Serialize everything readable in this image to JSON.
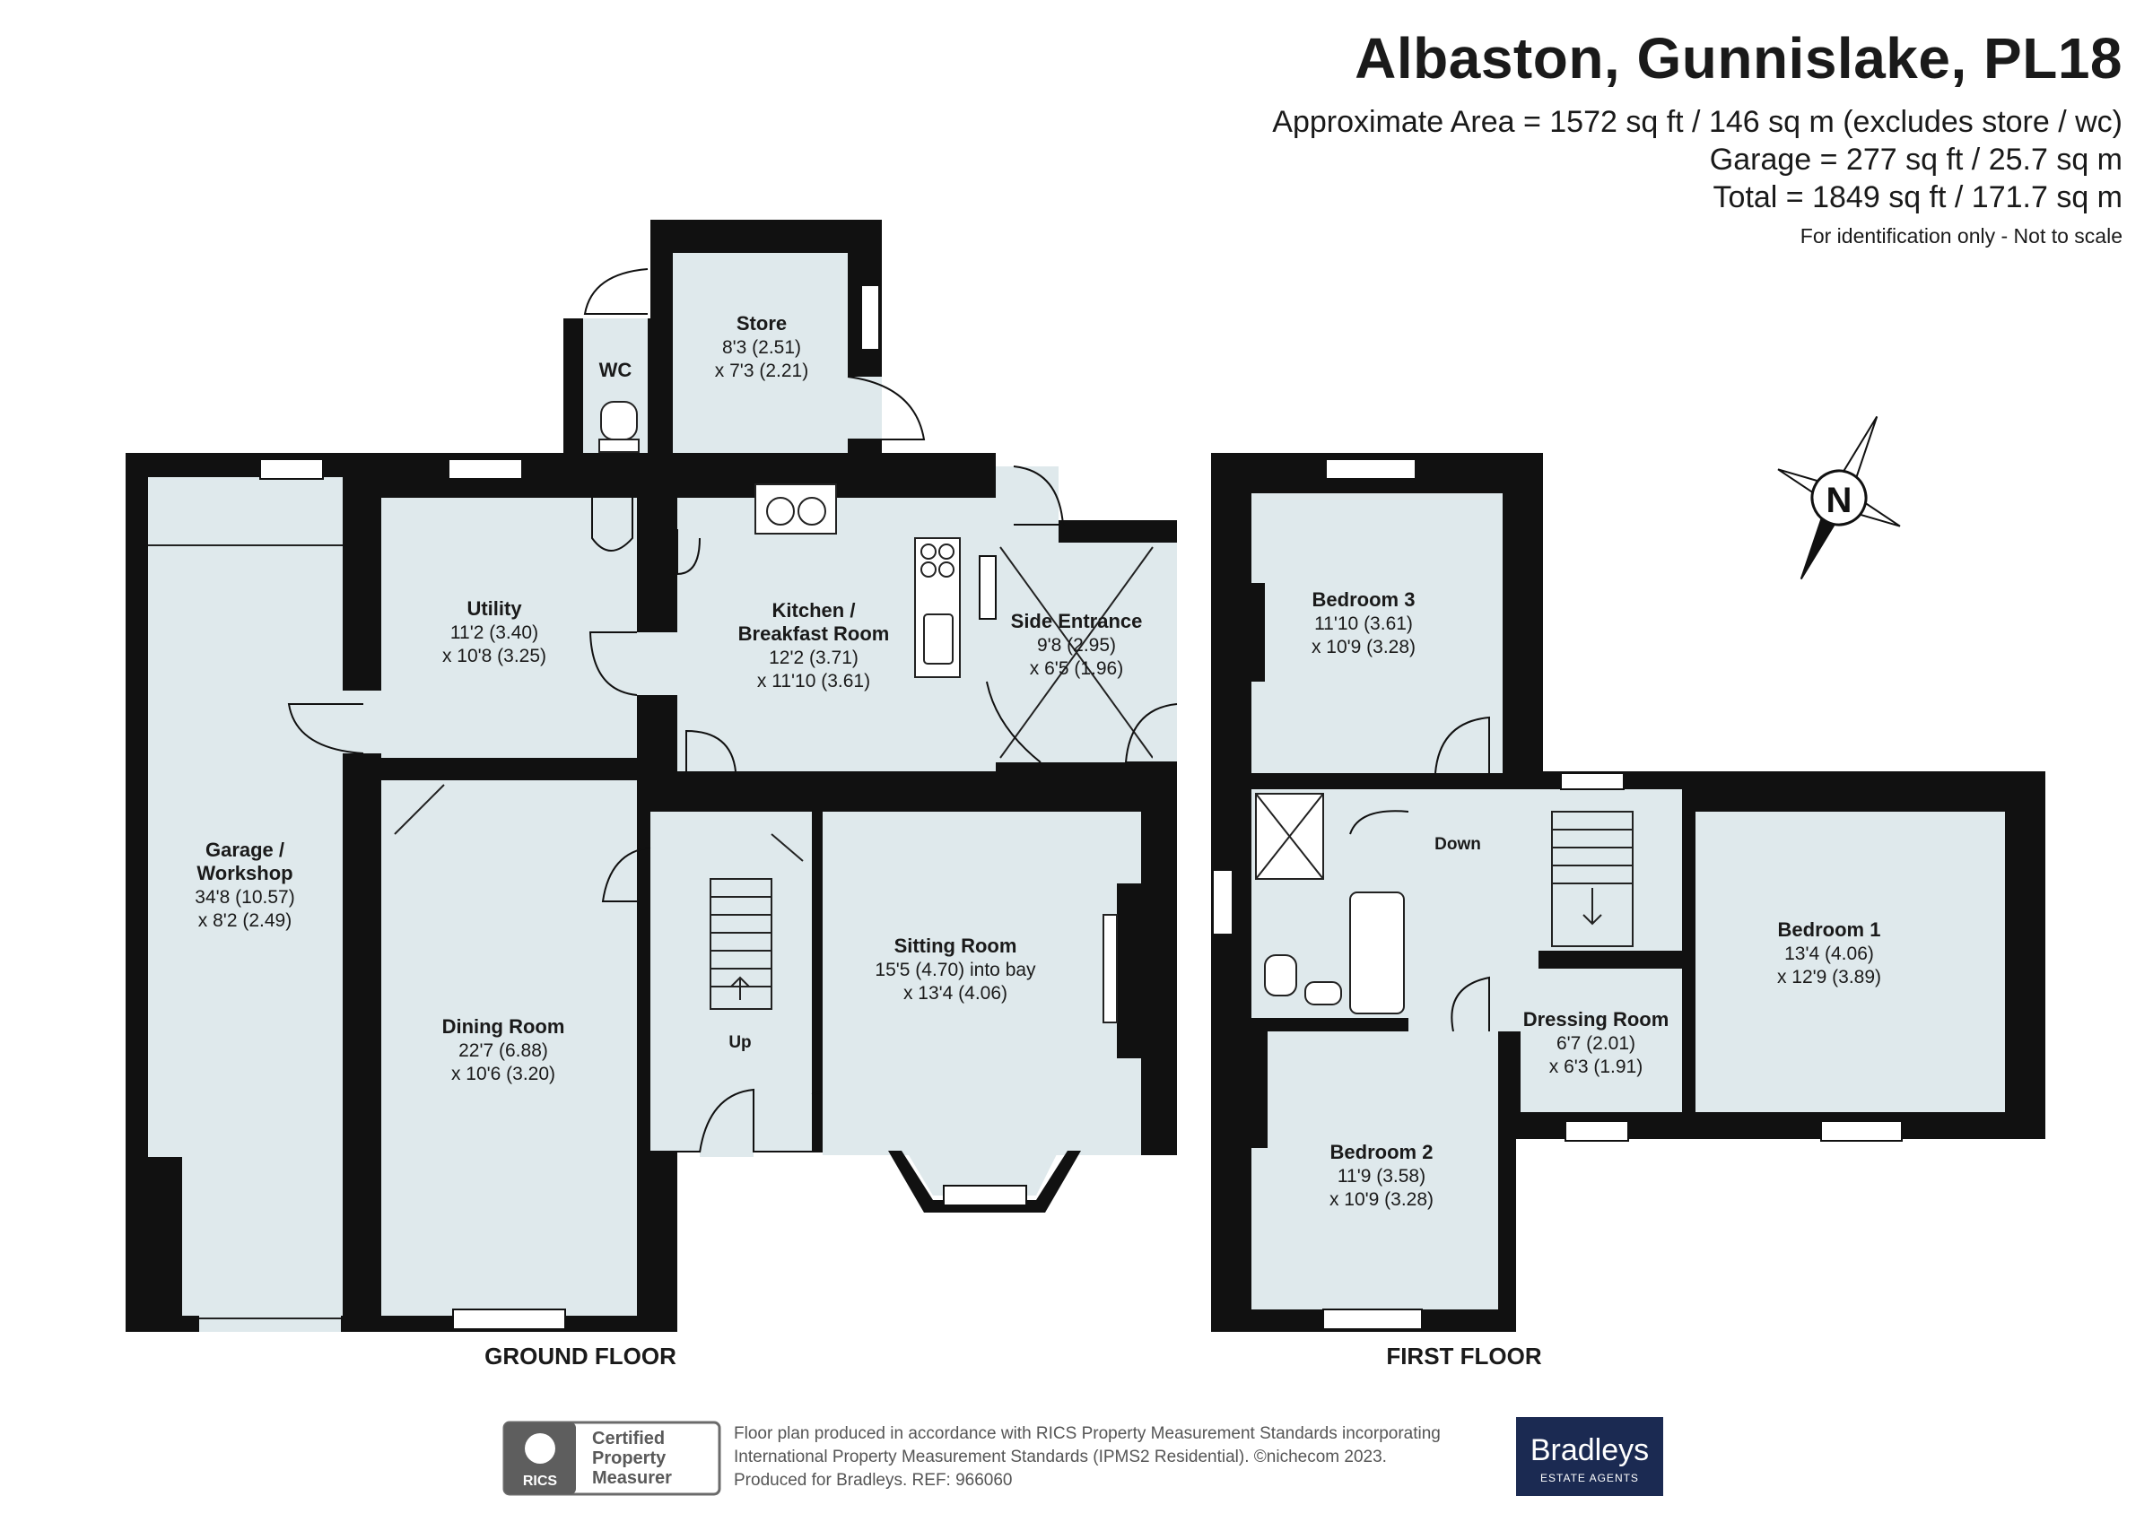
{
  "header": {
    "title": "Albaston, Gunnislake, PL18",
    "area_lines": [
      "Approximate Area = 1572 sq ft / 146 sq m (excludes store / wc)",
      "Garage = 277 sq ft / 25.7 sq m",
      "Total = 1849 sq ft / 171.7 sq m"
    ],
    "note": "For identification only - Not to scale"
  },
  "compass": {
    "label": "N"
  },
  "ground_floor": {
    "label": "GROUND FLOOR",
    "rooms": {
      "wc": {
        "name": "WC"
      },
      "store": {
        "name": "Store",
        "dim1": "8'3 (2.51)",
        "dim2": "x 7'3 (2.21)"
      },
      "utility": {
        "name": "Utility",
        "dim1": "11'2 (3.40)",
        "dim2": "x 10'8 (3.25)"
      },
      "kitchen": {
        "name1": "Kitchen /",
        "name2": "Breakfast Room",
        "dim1": "12'2 (3.71)",
        "dim2": "x 11'10 (3.61)"
      },
      "side_entrance": {
        "name": "Side Entrance",
        "dim1": "9'8 (2.95)",
        "dim2": "x 6'5 (1.96)"
      },
      "garage": {
        "name1": "Garage /",
        "name2": "Workshop",
        "dim1": "34'8 (10.57)",
        "dim2": "x 8'2 (2.49)"
      },
      "dining": {
        "name": "Dining Room",
        "dim1": "22'7 (6.88)",
        "dim2": "x 10'6 (3.20)"
      },
      "sitting": {
        "name": "Sitting Room",
        "dim1": "15'5 (4.70) into bay",
        "dim2": "x 13'4 (4.06)"
      },
      "stairs": {
        "label": "Up"
      }
    }
  },
  "first_floor": {
    "label": "FIRST FLOOR",
    "rooms": {
      "bedroom3": {
        "name": "Bedroom 3",
        "dim1": "11'10 (3.61)",
        "dim2": "x 10'9 (3.28)"
      },
      "bedroom1": {
        "name": "Bedroom 1",
        "dim1": "13'4 (4.06)",
        "dim2": "x 12'9 (3.89)"
      },
      "dressing": {
        "name": "Dressing Room",
        "dim1": "6'7 (2.01)",
        "dim2": "x 6'3 (1.91)"
      },
      "bedroom2": {
        "name": "Bedroom 2",
        "dim1": "11'9 (3.58)",
        "dim2": "x 10'9 (3.28)"
      },
      "stairs": {
        "label": "Down"
      }
    }
  },
  "footer": {
    "rics_logo": "RICS",
    "cpm": [
      "Certified",
      "Property",
      "Measurer"
    ],
    "text_lines": [
      "Floor plan produced in accordance with RICS Property Measurement Standards incorporating",
      "International Property Measurement Standards (IPMS2 Residential).   ©nichecom 2023.",
      "Produced for Bradleys.   REF:  966060"
    ],
    "agent_name": "Bradleys",
    "agent_sub": "ESTATE AGENTS"
  },
  "colors": {
    "room_fill": "#dfe9ec",
    "wall": "#111111",
    "agent_bg": "#1b2a52"
  }
}
